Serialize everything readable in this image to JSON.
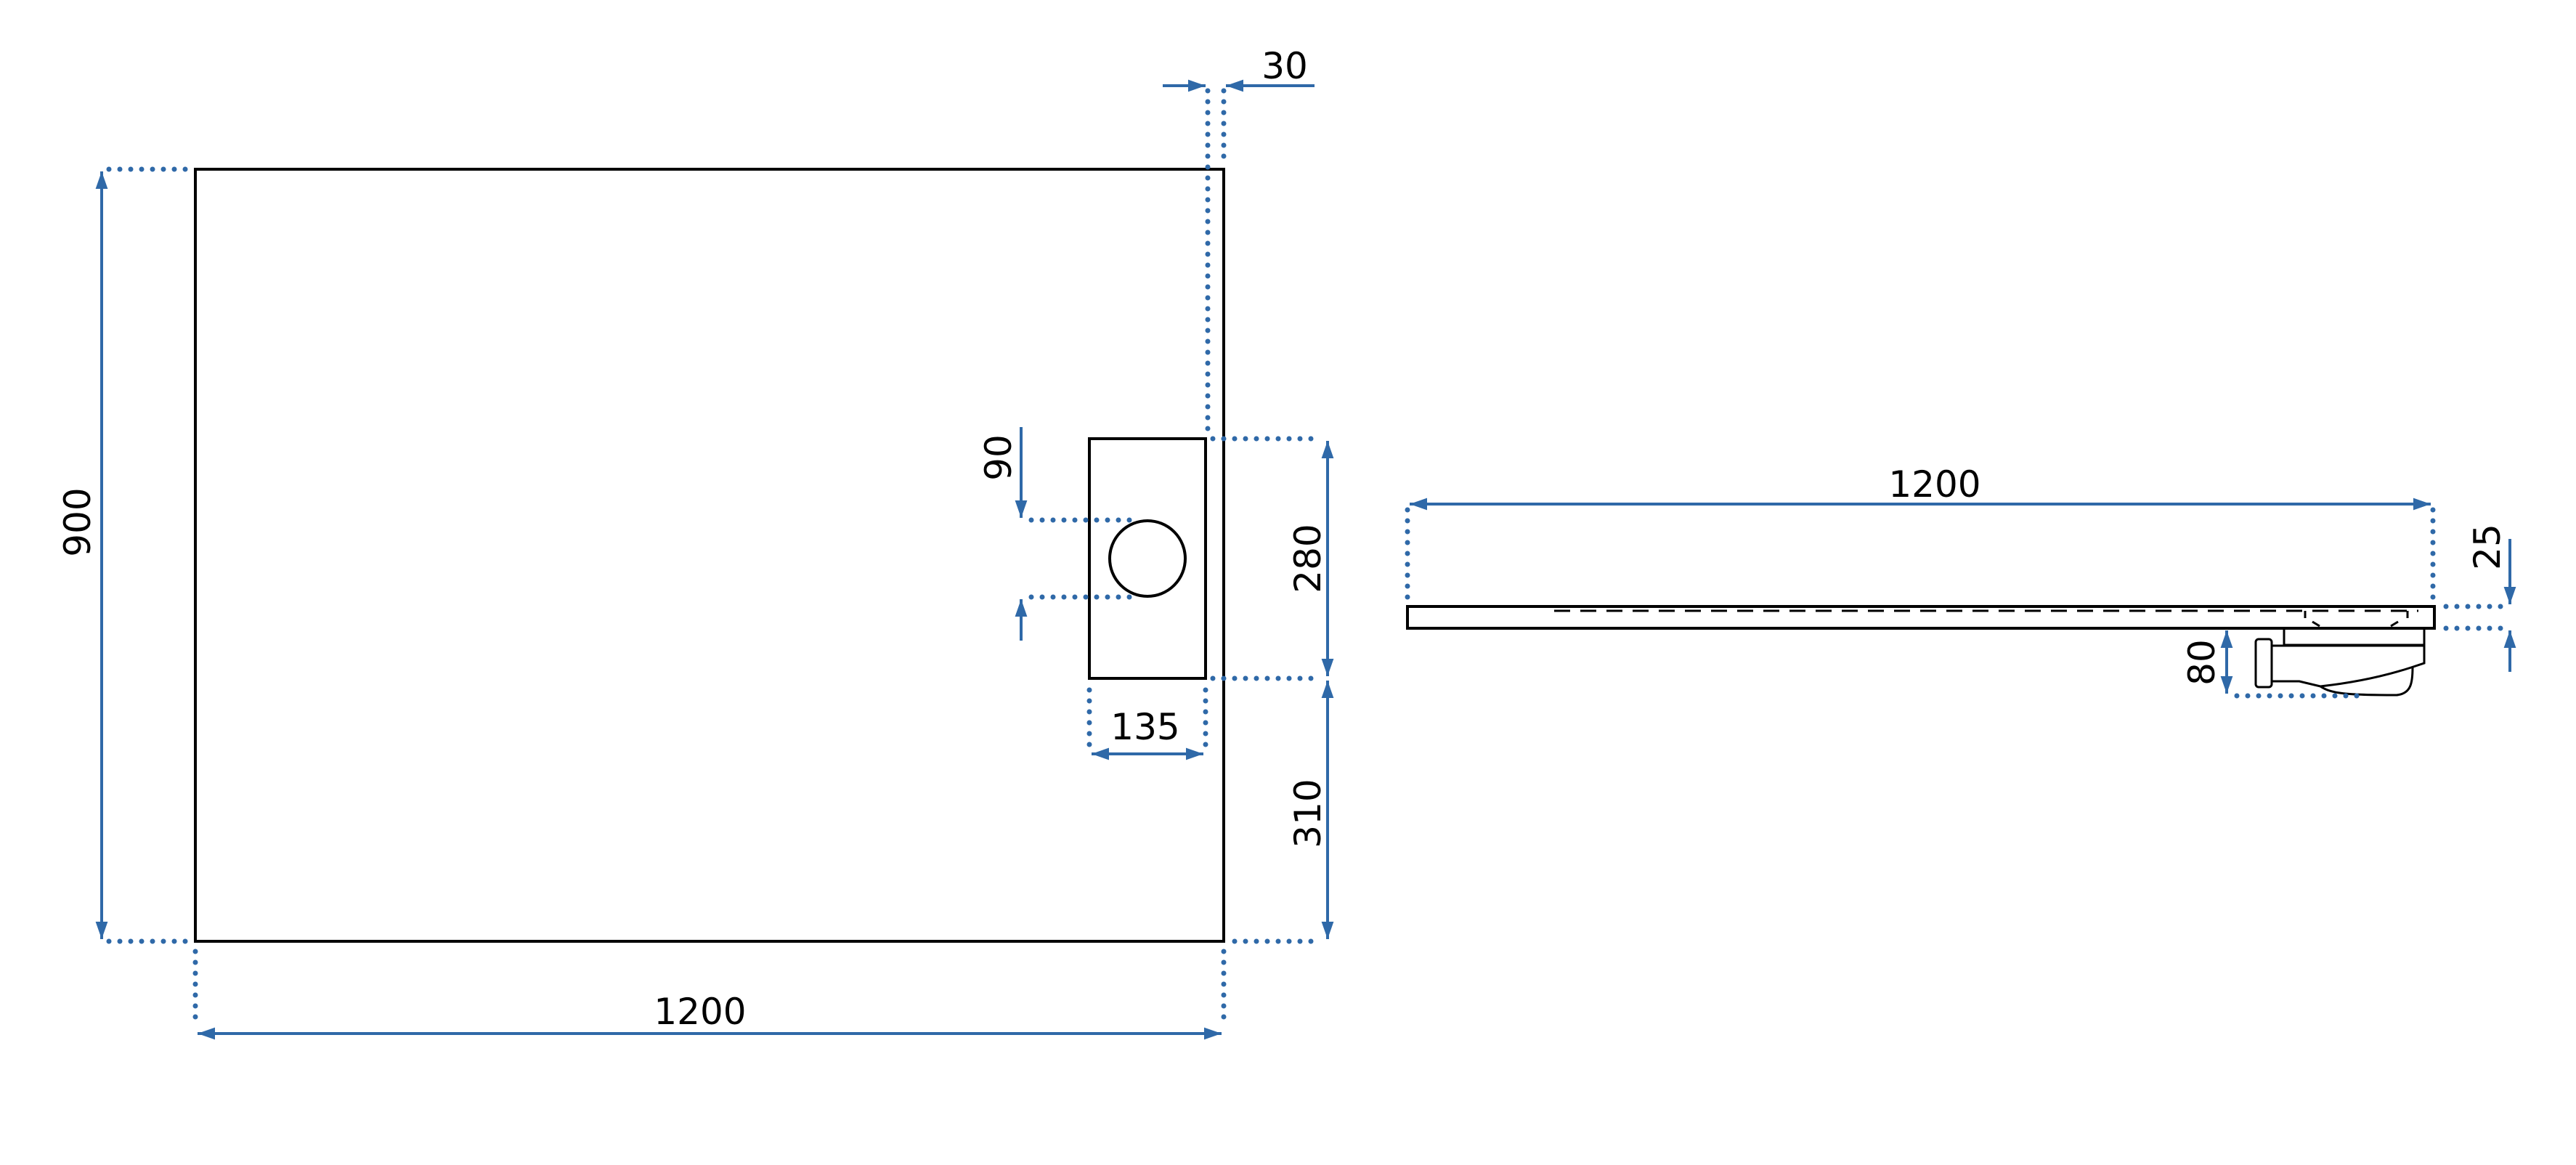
{
  "drawing": {
    "top_view": {
      "width_label": "1200",
      "depth_label": "900",
      "offset_label": "30",
      "drain_height_label": "280",
      "drain_offset_label": "310",
      "drain_width_label": "135",
      "drain_diameter_label": "90"
    },
    "side_view": {
      "length_label": "1200",
      "thickness_label": "25",
      "drain_depth_label": "80"
    },
    "colors": {
      "dimension": "#2f69a8",
      "outline": "#000000"
    }
  }
}
